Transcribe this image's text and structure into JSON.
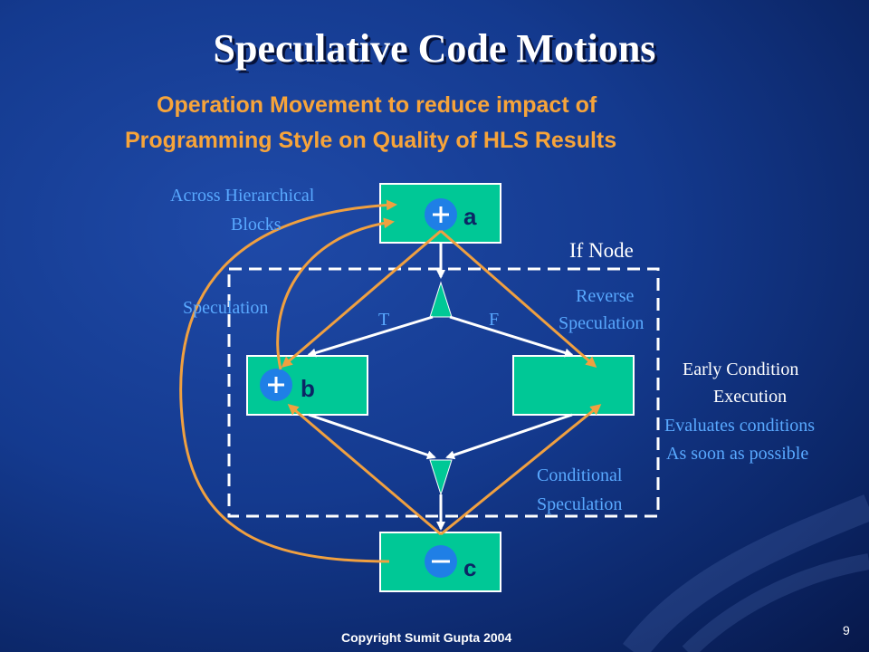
{
  "slide": {
    "title": "Speculative Code Motions",
    "subtitle_line1": "Operation Movement to reduce impact of",
    "subtitle_line2": "Programming Style on Quality of HLS Results",
    "footer_copyright": "Copyright Sumit Gupta 2004",
    "page_number": "9"
  },
  "diagram": {
    "node_a": "a",
    "node_b": "b",
    "node_c": "c",
    "op_a": "+",
    "op_b": "+",
    "op_c": "−",
    "if_node_label": "If Node",
    "true_label": "T",
    "false_label": "F",
    "across_line1": "Across Hierarchical",
    "across_line2": "Blocks",
    "speculation": "Speculation",
    "reverse_line1": "Reverse",
    "reverse_line2": "Speculation",
    "conditional_line1": "Conditional",
    "conditional_line2": "Speculation",
    "early_line1": "Early Condition",
    "early_line2": "Execution",
    "evaluates_line1": "Evaluates conditions",
    "evaluates_line2": "As soon as possible"
  },
  "colors": {
    "node_fill": "#00c896",
    "arrow_orange": "#f0a040",
    "arrow_white": "#ffffff",
    "label_blue": "#59a9ff",
    "subtitle_orange": "#f7a43a"
  }
}
